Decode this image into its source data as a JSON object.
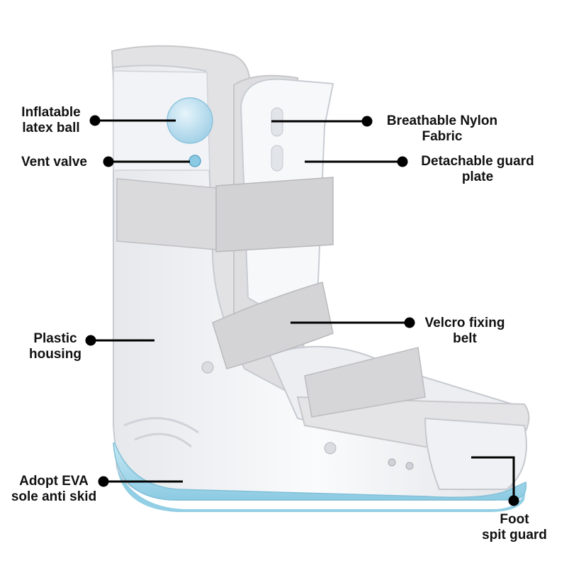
{
  "colors": {
    "leader": "#000000",
    "shell": "#f4f5f7",
    "shell_shade": "#dcdfe4",
    "padding": "#e4e4e6",
    "strap": "#d6d6d8",
    "sole": "#a8d8ea",
    "ball": "#b7dcee"
  },
  "labels": {
    "inflatable": {
      "line1": "Inflatable",
      "line2": "latex ball"
    },
    "vent": {
      "line1": "Vent valve"
    },
    "nylon": {
      "line1": "Breathable Nylon",
      "line2": "Fabric"
    },
    "guard": {
      "line1": "Detachable guard",
      "line2": "plate"
    },
    "plastic": {
      "line1": "Plastic",
      "line2": "housing"
    },
    "velcro": {
      "line1": "Velcro fixing",
      "line2": "belt"
    },
    "eva": {
      "line1": "Adopt EVA",
      "line2": "sole anti skid"
    },
    "foot": {
      "line1": "Foot",
      "line2": "spit guard"
    }
  }
}
